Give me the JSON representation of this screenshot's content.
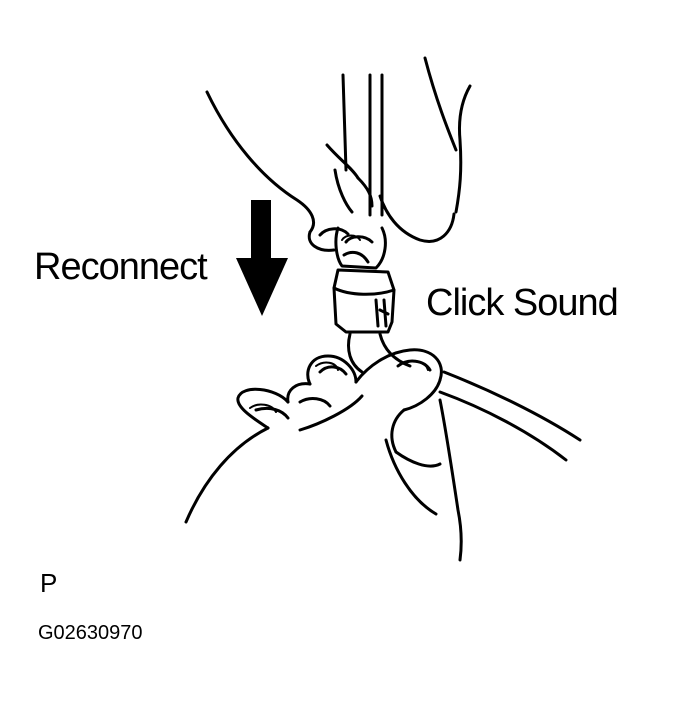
{
  "labels": {
    "action": "Reconnect",
    "sound": "Click Sound",
    "view_code": "P",
    "figure_id": "G02630970"
  },
  "colors": {
    "ink": "#000000",
    "paper": "#ffffff"
  },
  "icons": {
    "direction": "down-arrow-icon"
  }
}
